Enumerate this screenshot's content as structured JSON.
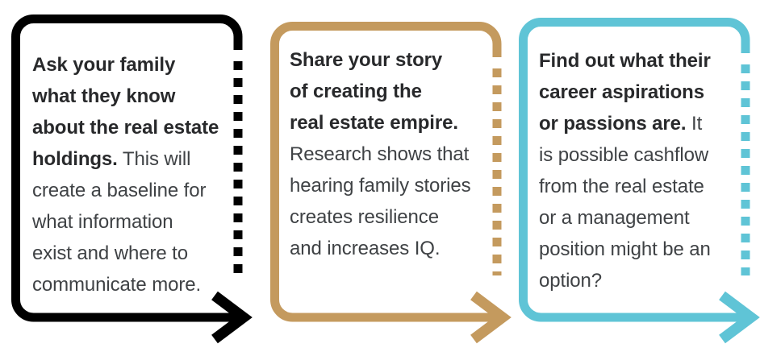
{
  "page": {
    "background": "#ffffff"
  },
  "text_colors": {
    "bold": "#28292b",
    "body": "#3f4245"
  },
  "cards": [
    {
      "name": "ask-your-family",
      "accent_color": "#000000",
      "lead_bold": "Ask your family\nwhat they know\nabout the real estate\nholdings.",
      "body": " This will\ncreate a baseline for\nwhat information\nexist and where to\ncommunicate more."
    },
    {
      "name": "share-your-story",
      "accent_color": "#c49a5e",
      "lead_bold": "Share your story\nof creating the\nreal estate empire.",
      "body": "\nResearch shows that\nhearing family stories\ncreates resilience\nand increases IQ."
    },
    {
      "name": "career-aspirations",
      "accent_color": "#5fc4d6",
      "lead_bold": "Find out what their\ncareer aspirations\nor passions are.",
      "body": " It\nis possible cashflow\nfrom the real estate\nor a management\nposition might be an\noption?"
    }
  ],
  "icons": [
    {
      "name": "arrow-right-icon"
    },
    {
      "name": "dashed-edge"
    }
  ]
}
